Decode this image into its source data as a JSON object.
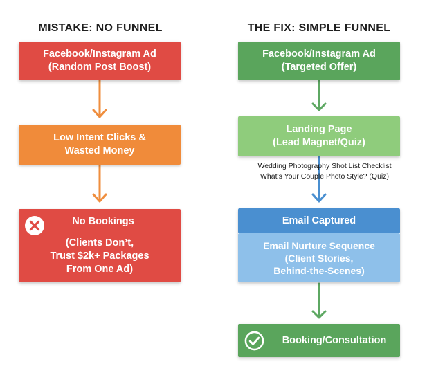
{
  "left": {
    "heading": "MISTAKE: NO FUNNEL",
    "step1": {
      "line1": "Facebook/Instagram Ad",
      "line2": "(Random Post Boost)"
    },
    "step2": {
      "line1": "Low Intent Clicks &",
      "line2": "Wasted Money"
    },
    "step3": {
      "title": "No Bookings",
      "line1": "(Clients Don’t,",
      "line2": "Trust $2k+ Packages",
      "line3": "From One Ad)"
    }
  },
  "right": {
    "heading": "THE FIX: SIMPLE FUNNEL",
    "step1": {
      "line1": "Facebook/Instagram Ad",
      "line2": "(Targeted Offer)"
    },
    "step2": {
      "line1": "Landing Page",
      "line2": "(Lead Magnet/Quiz)"
    },
    "notes": {
      "line1": "Wedding Photography Shot List Checklist",
      "line2": "What’s Your Couple Photo Style? (Quiz)"
    },
    "step3": {
      "title": "Email Captured",
      "line1": "Email Nurture Sequence",
      "line2": "(Client Stories,",
      "line3": "Behind-the-Scenes)"
    },
    "step4": {
      "title": "Booking/Consultation"
    }
  },
  "colors": {
    "red": "#e04b44",
    "orange": "#f08b3a",
    "green_dark": "#5aa55c",
    "green_light": "#8fcc7c",
    "blue_dark": "#4a8fd0",
    "blue_light": "#8ec0ea",
    "arrow_orange": "#ef8e3e",
    "arrow_green": "#5ea863",
    "arrow_blue": "#4a8fd0"
  },
  "icons": {
    "left_step3": "x-circle-icon",
    "right_step4": "check-circle-icon"
  }
}
